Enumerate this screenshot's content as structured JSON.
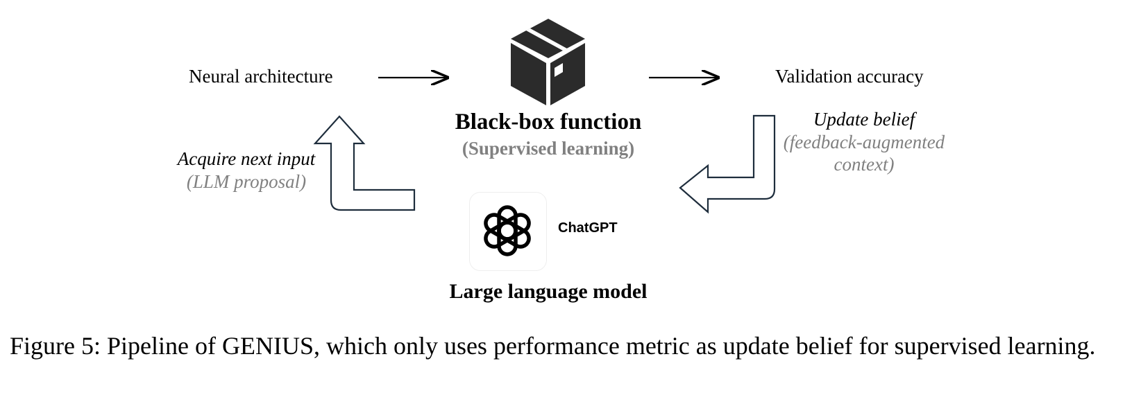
{
  "input_label": "Neural architecture",
  "output_label": "Validation accuracy",
  "blackbox": {
    "title": "Black-box function",
    "subtitle": "(Supervised learning)",
    "icon": "box-icon"
  },
  "acquire": {
    "title": "Acquire next input",
    "subtitle": "(LLM proposal)"
  },
  "update": {
    "title": "Update belief",
    "subtitle_line1": "(feedback-augmented",
    "subtitle_line2": "context)"
  },
  "llm": {
    "logo_icon": "openai-logo-icon",
    "logo_text": "ChatGPT",
    "label": "Large language model"
  },
  "caption": "Figure 5: Pipeline of GENIUS, which only uses performance metric as update belief for supervised learning.",
  "colors": {
    "arrow_outline": "#1e2d3c",
    "box_fill": "#2b2b2b",
    "subtitle_gray": "#808080"
  }
}
